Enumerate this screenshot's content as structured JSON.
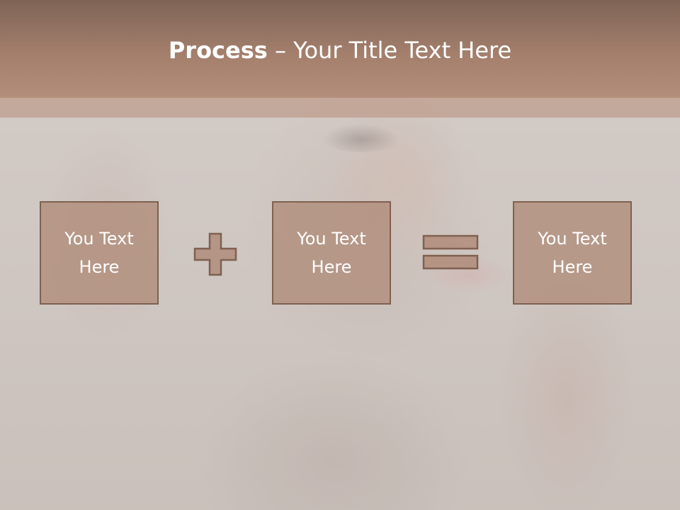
{
  "slide": {
    "title_bold": "Process",
    "title_rest": " – Your Title Text Here",
    "boxes": [
      {
        "text_line1": "You Text",
        "text_line2": "Here"
      },
      {
        "text_line1": "You Text",
        "text_line2": "Here"
      },
      {
        "text_line1": "You Text",
        "text_line2": "Here"
      }
    ],
    "operators": [
      "plus-icon",
      "equals-icon"
    ],
    "colors": {
      "title_bar": "#a37f6c",
      "box_fill": "#b08c7a",
      "box_border": "#7f6151",
      "text": "#ffffff"
    }
  }
}
